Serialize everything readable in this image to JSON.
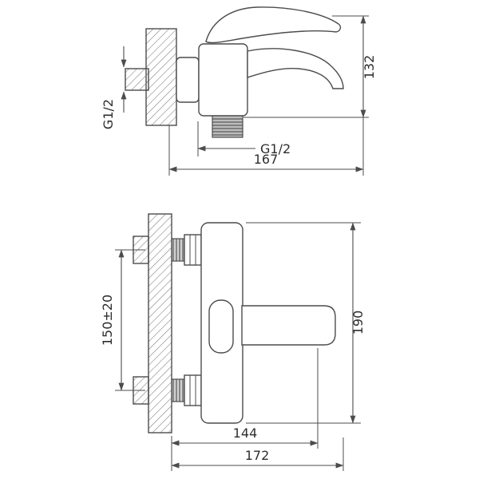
{
  "colors": {
    "line": "#4c4c4c",
    "text": "#2e2e2e",
    "background": "#ffffff"
  },
  "top_view": {
    "height_dim": "132",
    "length_dim": "167",
    "wall_thread_label": "G1/2",
    "outlet_thread_label": "G1/2"
  },
  "front_view": {
    "centers_dim": "150±20",
    "height_dim": "190",
    "inner_width_dim": "144",
    "overall_width_dim": "172"
  }
}
